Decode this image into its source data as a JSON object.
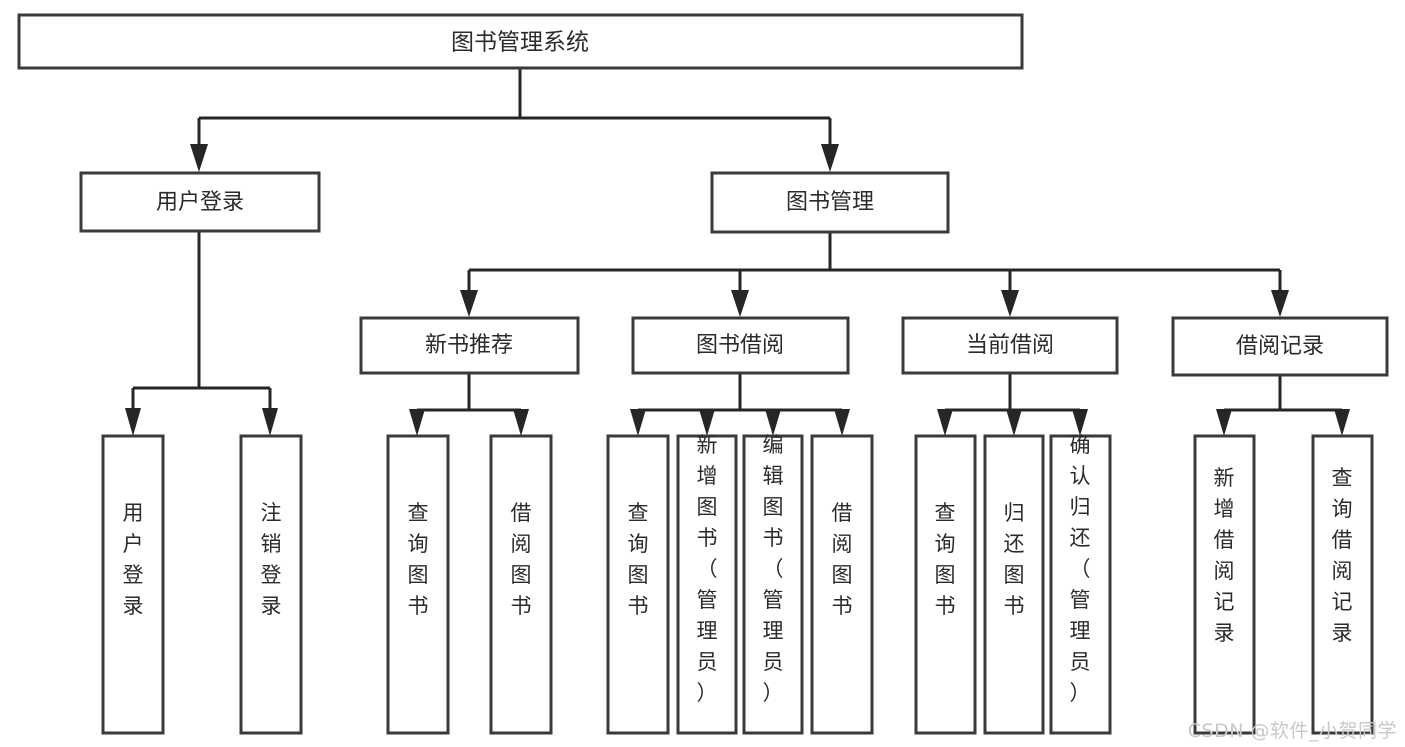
{
  "diagram": {
    "title": "图书管理系统",
    "watermark": "CSDN @软件_小贺同学",
    "colors": {
      "background": "#ffffff",
      "box_border": "#3a3a3a",
      "connector": "#262626",
      "label_text": "#2b2b2b",
      "watermark_text": "#c8c8c8"
    },
    "root": {
      "label": "图书管理系统"
    },
    "level2": [
      {
        "label": "用户登录"
      },
      {
        "label": "图书管理"
      }
    ],
    "level3": [
      {
        "label": "新书推荐"
      },
      {
        "label": "图书借阅"
      },
      {
        "label": "当前借阅"
      },
      {
        "label": "借阅记录"
      }
    ],
    "leaves": {
      "user_login": [
        {
          "label": "用户登录"
        },
        {
          "label": "注销登录"
        }
      ],
      "new_book_recommend": [
        {
          "label": "查询图书"
        },
        {
          "label": "借阅图书"
        }
      ],
      "book_borrow": [
        {
          "label": "查询图书"
        },
        {
          "label": "新增图书（管理员）"
        },
        {
          "label": "编辑图书（管理员）"
        },
        {
          "label": "借阅图书"
        }
      ],
      "current_borrow": [
        {
          "label": "查询图书"
        },
        {
          "label": "归还图书"
        },
        {
          "label": "确认归还（管理员）"
        }
      ],
      "borrow_record": [
        {
          "label": "新增借阅记录"
        },
        {
          "label": "查询借阅记录"
        }
      ]
    }
  }
}
